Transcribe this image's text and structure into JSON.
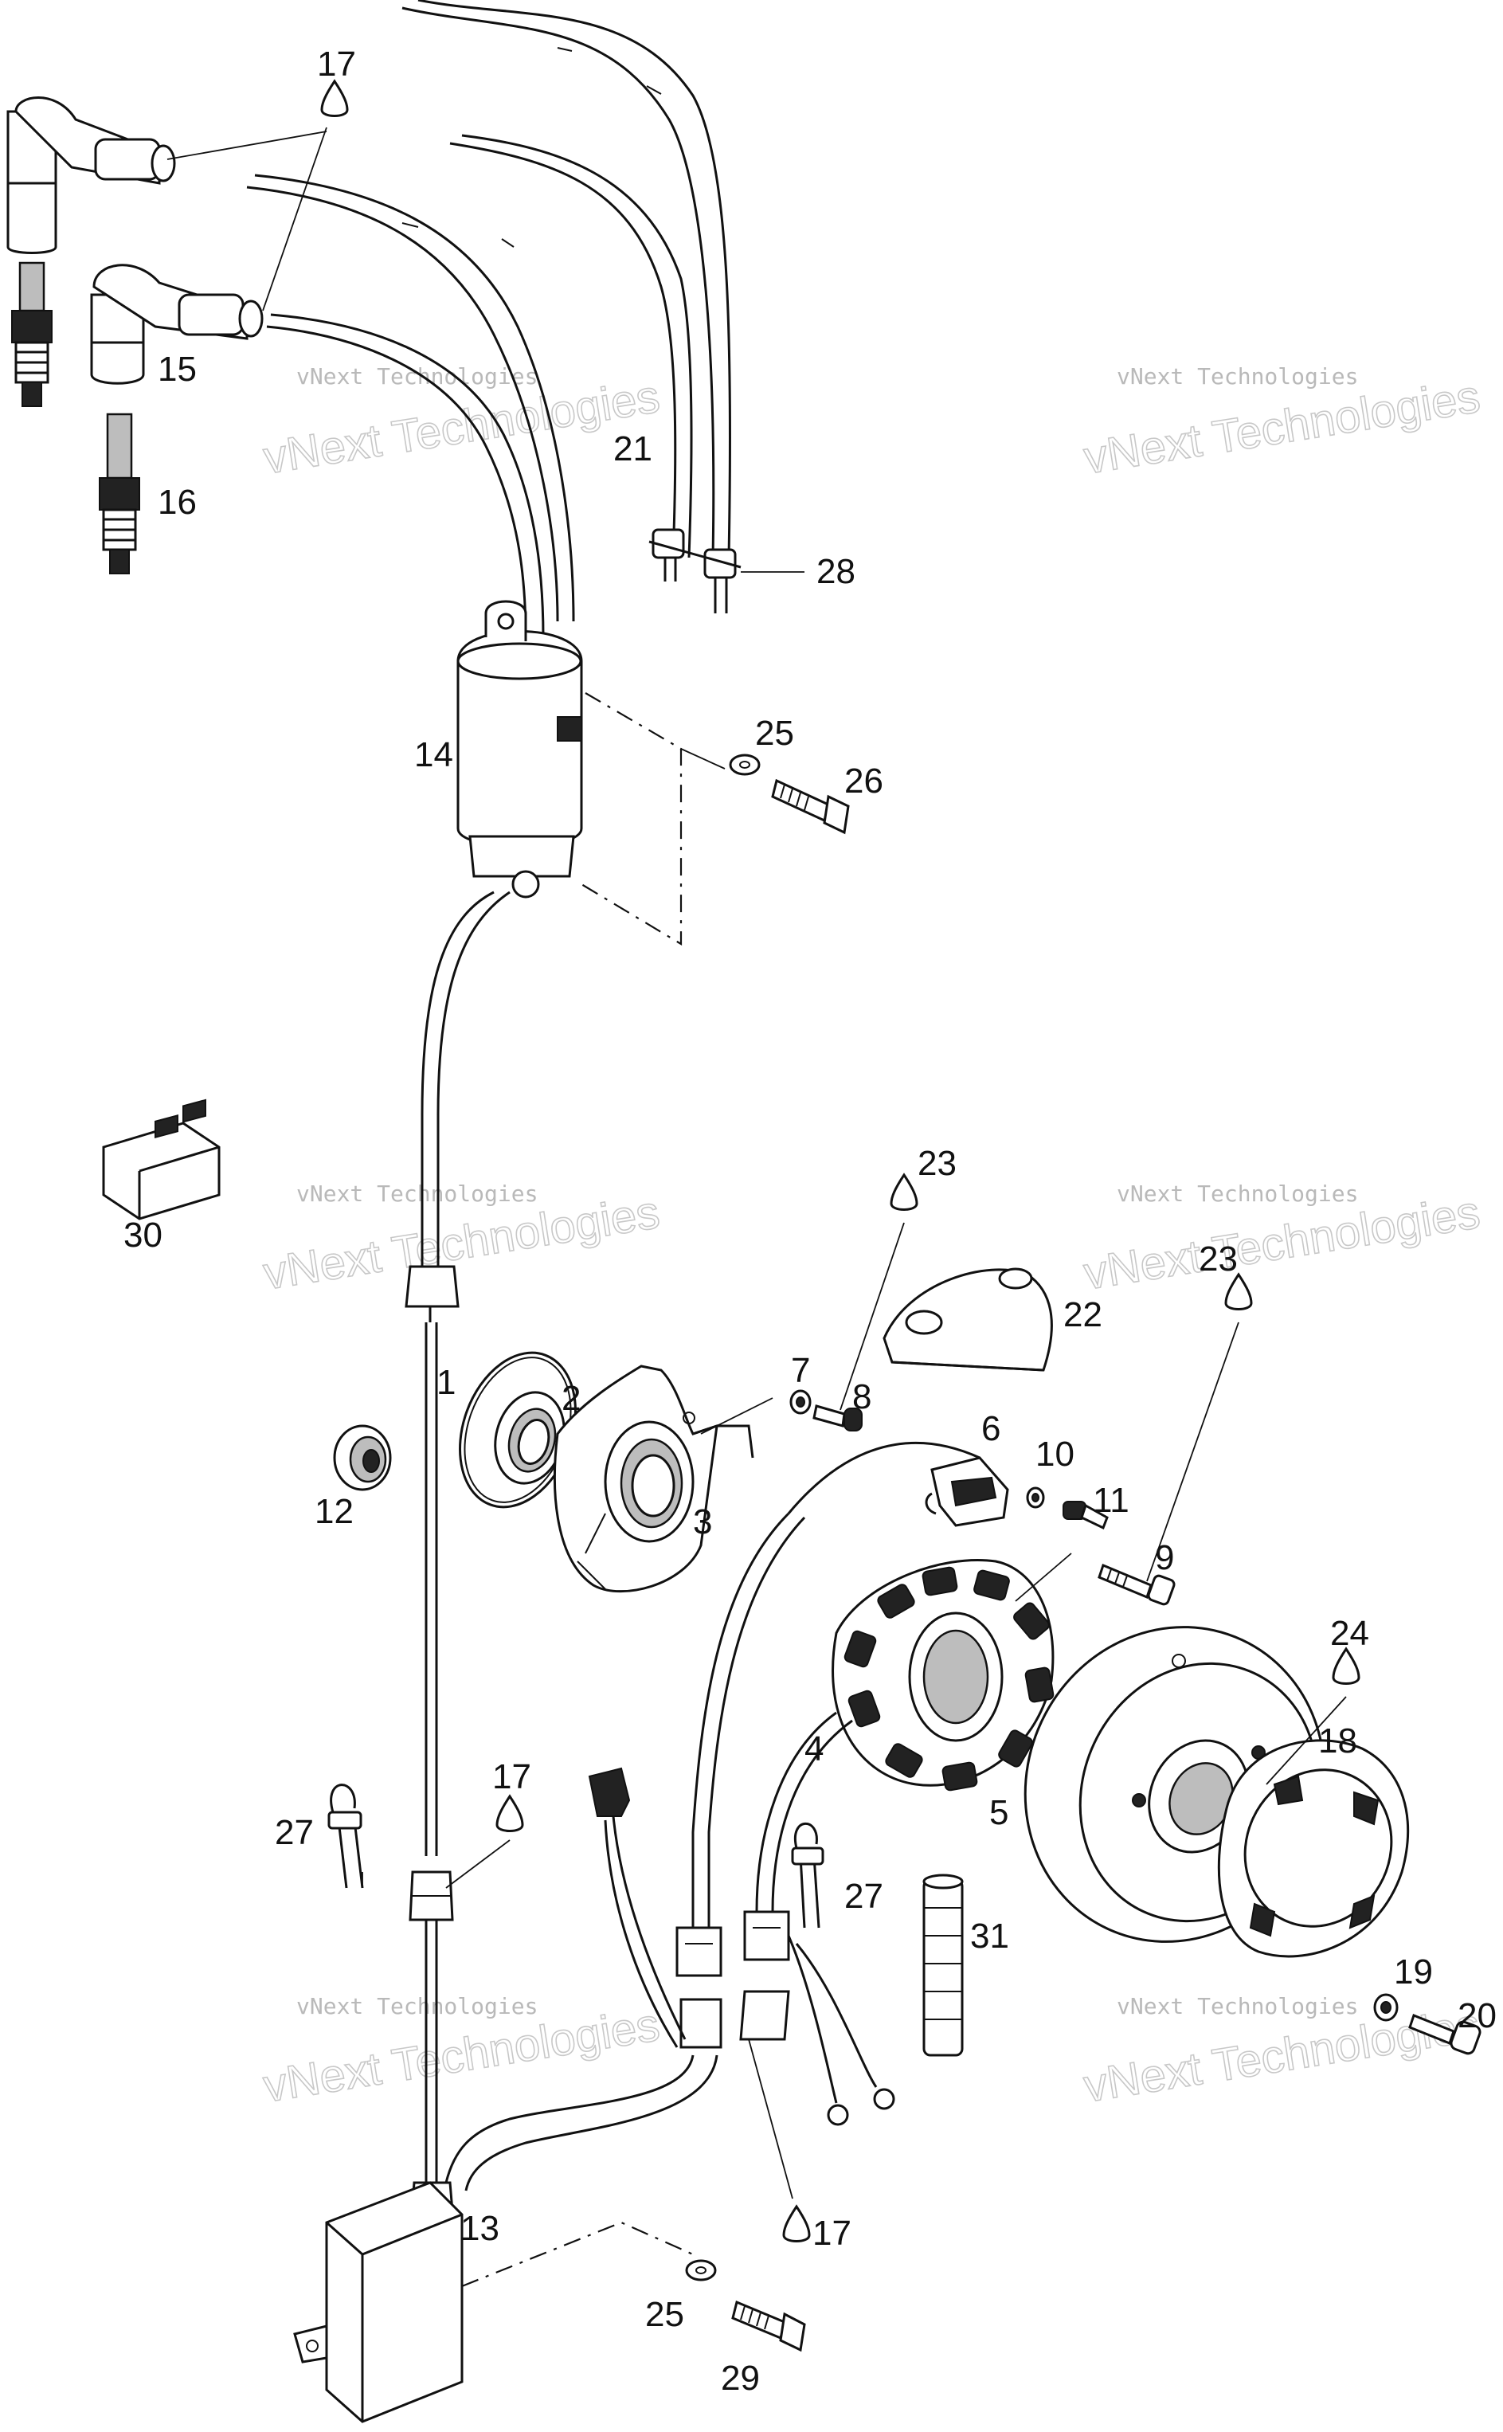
{
  "diagram": {
    "background": "#ffffff",
    "ink": "#111111",
    "watermark_color": "#bdbdbd",
    "watermarks": [
      {
        "small": "vNext Technologies",
        "big": "vNext Technologies"
      },
      {
        "small": "vNext Technologies",
        "big": "vNext Technologies"
      },
      {
        "small": "vNext Technologies",
        "big": "vNext Technologies"
      },
      {
        "small": "vNext Technologies",
        "big": "vNext Technologies"
      },
      {
        "small": "vNext Technologies",
        "big": "vNext Technologies"
      },
      {
        "small": "vNext Technologies",
        "big": "vNext Technologies"
      }
    ],
    "callouts": [
      {
        "id": "c17a",
        "label": "17"
      },
      {
        "id": "c15",
        "label": "15"
      },
      {
        "id": "c16",
        "label": "16"
      },
      {
        "id": "c21",
        "label": "21"
      },
      {
        "id": "c28",
        "label": "28"
      },
      {
        "id": "c14",
        "label": "14"
      },
      {
        "id": "c25a",
        "label": "25"
      },
      {
        "id": "c26",
        "label": "26"
      },
      {
        "id": "c30",
        "label": "30"
      },
      {
        "id": "c23a",
        "label": "23"
      },
      {
        "id": "c23b",
        "label": "23"
      },
      {
        "id": "c22",
        "label": "22"
      },
      {
        "id": "c1",
        "label": "1"
      },
      {
        "id": "c2",
        "label": "2"
      },
      {
        "id": "c7",
        "label": "7"
      },
      {
        "id": "c8",
        "label": "8"
      },
      {
        "id": "c6",
        "label": "6"
      },
      {
        "id": "c10",
        "label": "10"
      },
      {
        "id": "c11",
        "label": "11"
      },
      {
        "id": "c12",
        "label": "12"
      },
      {
        "id": "c3",
        "label": "3"
      },
      {
        "id": "c9",
        "label": "9"
      },
      {
        "id": "c24",
        "label": "24"
      },
      {
        "id": "c4",
        "label": "4"
      },
      {
        "id": "c18",
        "label": "18"
      },
      {
        "id": "c5",
        "label": "5"
      },
      {
        "id": "c17b",
        "label": "17"
      },
      {
        "id": "c27a",
        "label": "27"
      },
      {
        "id": "c27b",
        "label": "27"
      },
      {
        "id": "c31",
        "label": "31"
      },
      {
        "id": "c19",
        "label": "19"
      },
      {
        "id": "c20",
        "label": "20"
      },
      {
        "id": "c17c",
        "label": "17"
      },
      {
        "id": "c13",
        "label": "13"
      },
      {
        "id": "c25b",
        "label": "25"
      },
      {
        "id": "c29",
        "label": "29"
      }
    ]
  }
}
